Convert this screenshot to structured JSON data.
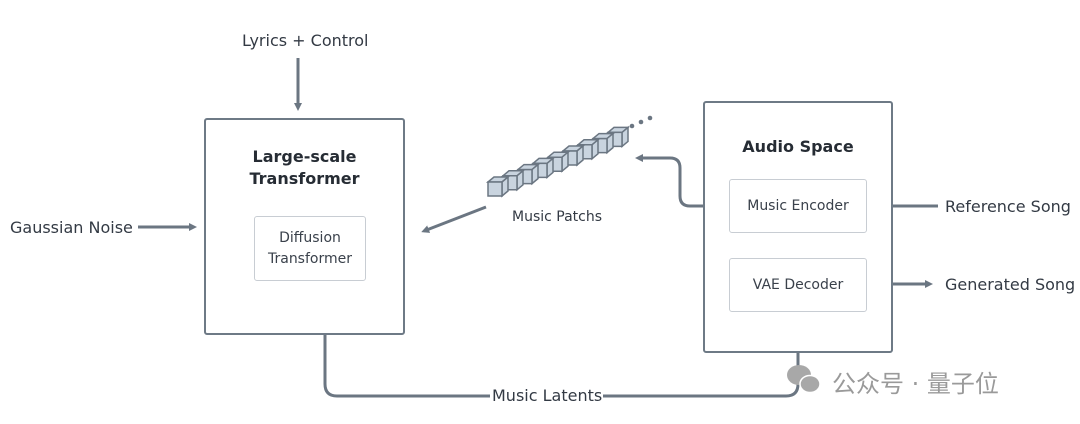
{
  "inputs": {
    "lyrics_control": "Lyrics + Control",
    "gaussian_noise": "Gaussian Noise",
    "reference_song": "Reference Song"
  },
  "outputs": {
    "generated_song": "Generated Song"
  },
  "transformer_block": {
    "title_line1": "Large-scale",
    "title_line2": "Transformer",
    "inner_line1": "Diffusion",
    "inner_line2": "Transformer"
  },
  "audio_space": {
    "title": "Audio Space",
    "encoder": "Music Encoder",
    "decoder": "VAE Decoder"
  },
  "music_patchs_label": "Music Patchs",
  "music_latents_label": "Music Latents",
  "watermark": "公众号 · 量子位",
  "colors": {
    "arrow": "#6b7682",
    "cube_fill": "#c9d4df",
    "cube_stroke": "#6b7682"
  }
}
